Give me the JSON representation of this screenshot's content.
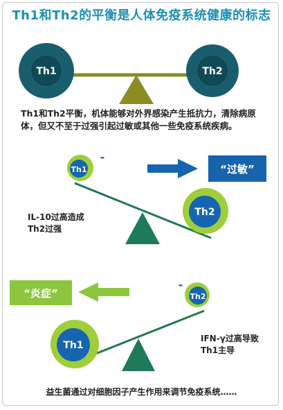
{
  "title": "Th1和Th2的平衡是人体免疫系统健康的标志",
  "balanced": {
    "left_node": "Th1",
    "right_node": "Th2",
    "description": "Th1和Th2平衡，机体能够对外界感染产生抵抗力，清除病原体，但又不至于过强引起过敏或其他一些免疫系统疾病。"
  },
  "allergy": {
    "small_node": "Th1",
    "large_node": "Th2",
    "minus_sign": "-",
    "callout": "“过敏”",
    "note": "IL-10过高造成\nTh2过强"
  },
  "inflammation": {
    "large_node": "Th1",
    "small_node": "Th2",
    "minus_sign": "-",
    "callout": "“炎症”",
    "note": "IFN-γ过高导致\nTh1主导"
  },
  "footer": "益生菌通过对细胞因子产生作用来调节免疫系统……",
  "colors": {
    "title": "#1b8fb8",
    "dark_teal": "#1a5e6e",
    "deep_teal": "#114a57",
    "olive_beam": "#8a8a2a",
    "olive_fulcrum": "#8c8c22",
    "lime": "#9fce3a",
    "blue": "#1565b0",
    "green_beam": "#1f7a4f",
    "green_fulcrum": "#1f7a5a",
    "callout_blue": "#1663ae",
    "callout_green": "#8cc63f"
  }
}
